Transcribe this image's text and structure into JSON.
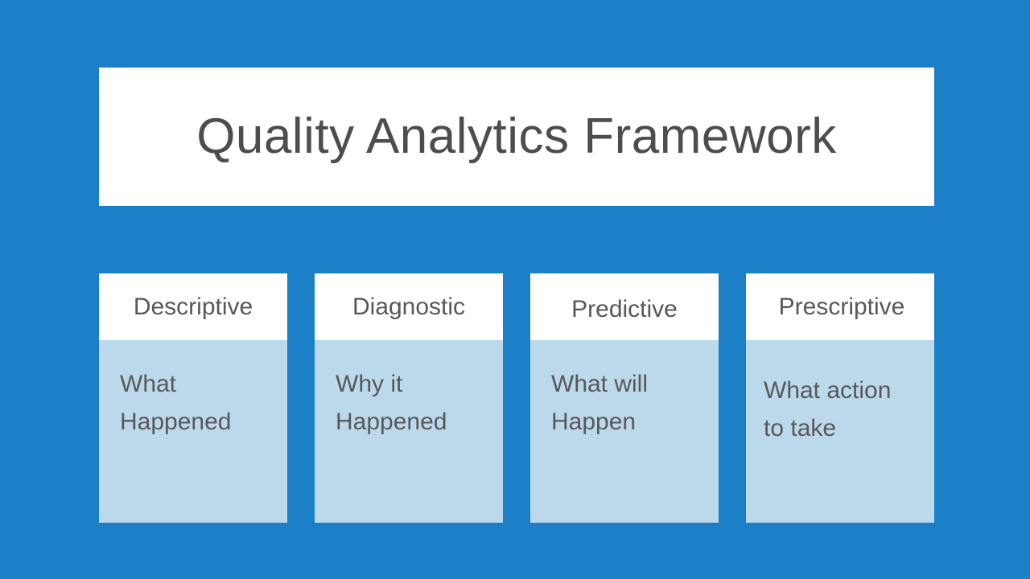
{
  "slide": {
    "background_color": "#1b7fc8",
    "title": "Quality Analytics Framework",
    "title_panel_color": "#ffffff",
    "title_text_color": "#4d4d4f"
  },
  "cards": {
    "header_bg": "#ffffff",
    "body_bg": "#bcd9ec",
    "text_color": "#58585a",
    "items": [
      {
        "header": "Descriptive",
        "body": "What\nHappened"
      },
      {
        "header": "Diagnostic",
        "body": "Why it\nHappened"
      },
      {
        "header": "Predictive",
        "body": "What will\nHappen"
      },
      {
        "header": "Prescriptive",
        "body": "What action\nto take"
      }
    ]
  }
}
